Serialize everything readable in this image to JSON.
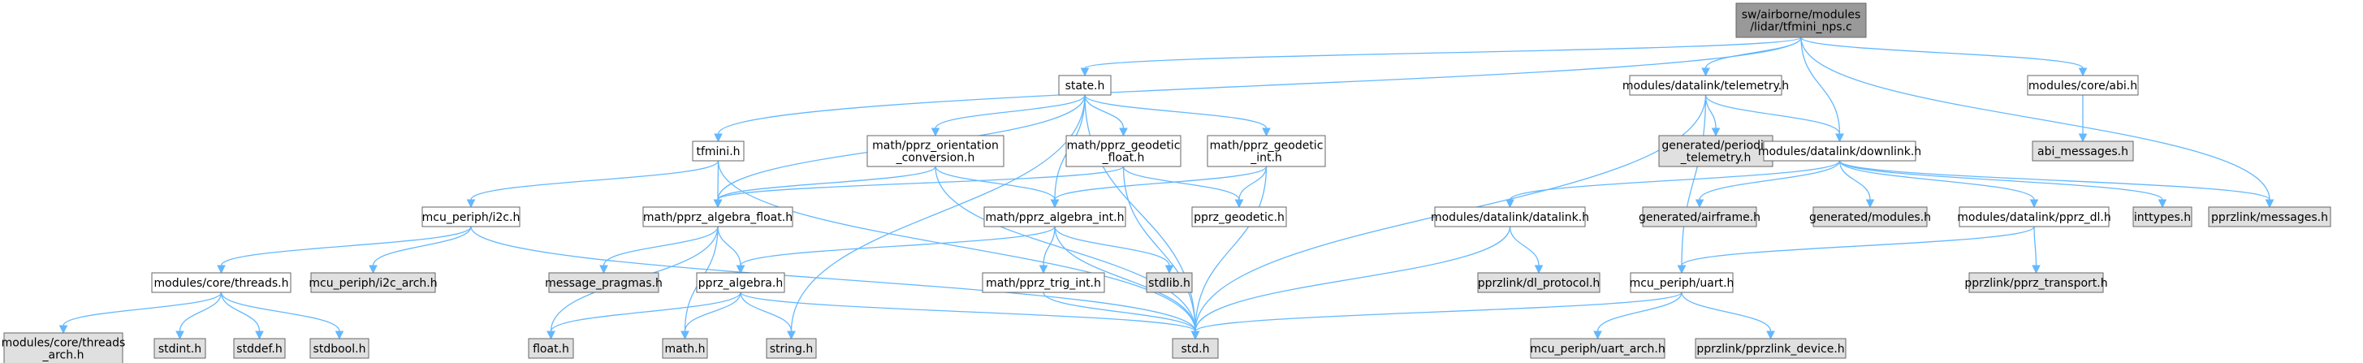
{
  "colors": {
    "root_fill": "#999999",
    "file_fill": "#ffffff",
    "system_fill": "#e0e0e0",
    "border": "#666666",
    "edge": "#63b8ff"
  },
  "nodes": [
    {
      "id": "root",
      "lines": [
        "sw/airborne/modules",
        "/lidar/tfmini_nps.c"
      ],
      "kind": "root"
    },
    {
      "id": "state_h",
      "lines": [
        "state.h"
      ],
      "kind": "file"
    },
    {
      "id": "telemetry_h",
      "lines": [
        "modules/datalink/telemetry.h"
      ],
      "kind": "file"
    },
    {
      "id": "abi_h",
      "lines": [
        "modules/core/abi.h"
      ],
      "kind": "file"
    },
    {
      "id": "tfmini_h",
      "lines": [
        "tfmini.h"
      ],
      "kind": "file"
    },
    {
      "id": "orient_h",
      "lines": [
        "math/pprz_orientation",
        "_conversion.h"
      ],
      "kind": "file"
    },
    {
      "id": "geod_float_h",
      "lines": [
        "math/pprz_geodetic",
        "_float.h"
      ],
      "kind": "file"
    },
    {
      "id": "geod_int_h",
      "lines": [
        "math/pprz_geodetic",
        "_int.h"
      ],
      "kind": "file"
    },
    {
      "id": "periodic_tel",
      "lines": [
        "generated/periodic",
        "_telemetry.h"
      ],
      "kind": "system"
    },
    {
      "id": "downlink_h",
      "lines": [
        "modules/datalink/downlink.h"
      ],
      "kind": "file"
    },
    {
      "id": "abi_messages",
      "lines": [
        "abi_messages.h"
      ],
      "kind": "system"
    },
    {
      "id": "i2c_h",
      "lines": [
        "mcu_periph/i2c.h"
      ],
      "kind": "file"
    },
    {
      "id": "alg_float_h",
      "lines": [
        "math/pprz_algebra_float.h"
      ],
      "kind": "file"
    },
    {
      "id": "alg_int_h",
      "lines": [
        "math/pprz_algebra_int.h"
      ],
      "kind": "file"
    },
    {
      "id": "geodetic_h",
      "lines": [
        "pprz_geodetic.h"
      ],
      "kind": "file"
    },
    {
      "id": "datalink_h",
      "lines": [
        "modules/datalink/datalink.h"
      ],
      "kind": "file"
    },
    {
      "id": "airframe_h",
      "lines": [
        "generated/airframe.h"
      ],
      "kind": "system"
    },
    {
      "id": "gen_modules_h",
      "lines": [
        "generated/modules.h"
      ],
      "kind": "system"
    },
    {
      "id": "pprz_dl_h",
      "lines": [
        "modules/datalink/pprz_dl.h"
      ],
      "kind": "file"
    },
    {
      "id": "inttypes_h",
      "lines": [
        "inttypes.h"
      ],
      "kind": "system"
    },
    {
      "id": "pprzlink_msgs",
      "lines": [
        "pprzlink/messages.h"
      ],
      "kind": "system"
    },
    {
      "id": "threads_h",
      "lines": [
        "modules/core/threads.h"
      ],
      "kind": "file"
    },
    {
      "id": "i2c_arch_h",
      "lines": [
        "mcu_periph/i2c_arch.h"
      ],
      "kind": "system"
    },
    {
      "id": "msg_pragmas",
      "lines": [
        "message_pragmas.h"
      ],
      "kind": "system"
    },
    {
      "id": "pprz_algebra_h",
      "lines": [
        "pprz_algebra.h"
      ],
      "kind": "file"
    },
    {
      "id": "trig_int_h",
      "lines": [
        "math/pprz_trig_int.h"
      ],
      "kind": "file"
    },
    {
      "id": "stdlib_h",
      "lines": [
        "stdlib.h"
      ],
      "kind": "system"
    },
    {
      "id": "dl_protocol_h",
      "lines": [
        "pprzlink/dl_protocol.h"
      ],
      "kind": "system"
    },
    {
      "id": "uart_h",
      "lines": [
        "mcu_periph/uart.h"
      ],
      "kind": "file"
    },
    {
      "id": "pprz_transport",
      "lines": [
        "pprzlink/pprz_transport.h"
      ],
      "kind": "system"
    },
    {
      "id": "threads_arch",
      "lines": [
        "modules/core/threads",
        "_arch.h"
      ],
      "kind": "system"
    },
    {
      "id": "stdint_h",
      "lines": [
        "stdint.h"
      ],
      "kind": "system"
    },
    {
      "id": "stddef_h",
      "lines": [
        "stddef.h"
      ],
      "kind": "system"
    },
    {
      "id": "stdbool_h",
      "lines": [
        "stdbool.h"
      ],
      "kind": "system"
    },
    {
      "id": "float_h",
      "lines": [
        "float.h"
      ],
      "kind": "system"
    },
    {
      "id": "math_h",
      "lines": [
        "math.h"
      ],
      "kind": "system"
    },
    {
      "id": "string_h",
      "lines": [
        "string.h"
      ],
      "kind": "system"
    },
    {
      "id": "std_h",
      "lines": [
        "std.h"
      ],
      "kind": "system"
    },
    {
      "id": "uart_arch_h",
      "lines": [
        "mcu_periph/uart_arch.h"
      ],
      "kind": "system"
    },
    {
      "id": "pprzlink_device",
      "lines": [
        "pprzlink/pprzlink_device.h"
      ],
      "kind": "system"
    }
  ],
  "edges": [
    [
      "root",
      "state_h"
    ],
    [
      "root",
      "telemetry_h"
    ],
    [
      "root",
      "abi_h"
    ],
    [
      "root",
      "tfmini_h"
    ],
    [
      "root",
      "downlink_h"
    ],
    [
      "root",
      "pprzlink_msgs"
    ],
    [
      "state_h",
      "orient_h"
    ],
    [
      "state_h",
      "geod_float_h"
    ],
    [
      "state_h",
      "geod_int_h"
    ],
    [
      "state_h",
      "alg_float_h"
    ],
    [
      "state_h",
      "alg_int_h"
    ],
    [
      "state_h",
      "std_h"
    ],
    [
      "state_h",
      "string_h"
    ],
    [
      "telemetry_h",
      "periodic_tel"
    ],
    [
      "telemetry_h",
      "downlink_h"
    ],
    [
      "telemetry_h",
      "std_h"
    ],
    [
      "telemetry_h",
      "uart_h"
    ],
    [
      "abi_h",
      "abi_messages"
    ],
    [
      "tfmini_h",
      "i2c_h"
    ],
    [
      "tfmini_h",
      "alg_float_h"
    ],
    [
      "tfmini_h",
      "std_h"
    ],
    [
      "orient_h",
      "alg_float_h"
    ],
    [
      "orient_h",
      "alg_int_h"
    ],
    [
      "orient_h",
      "std_h"
    ],
    [
      "geod_float_h",
      "alg_float_h"
    ],
    [
      "geod_float_h",
      "geodetic_h"
    ],
    [
      "geod_float_h",
      "std_h"
    ],
    [
      "geod_int_h",
      "geodetic_h"
    ],
    [
      "geod_int_h",
      "alg_int_h"
    ],
    [
      "geod_int_h",
      "std_h"
    ],
    [
      "downlink_h",
      "datalink_h"
    ],
    [
      "downlink_h",
      "airframe_h"
    ],
    [
      "downlink_h",
      "gen_modules_h"
    ],
    [
      "downlink_h",
      "pprz_dl_h"
    ],
    [
      "downlink_h",
      "inttypes_h"
    ],
    [
      "downlink_h",
      "pprzlink_msgs"
    ],
    [
      "i2c_h",
      "threads_h"
    ],
    [
      "i2c_h",
      "i2c_arch_h"
    ],
    [
      "i2c_h",
      "std_h"
    ],
    [
      "alg_float_h",
      "msg_pragmas"
    ],
    [
      "alg_float_h",
      "pprz_algebra_h"
    ],
    [
      "alg_float_h",
      "float_h"
    ],
    [
      "alg_float_h",
      "math_h"
    ],
    [
      "alg_int_h",
      "pprz_algebra_h"
    ],
    [
      "alg_int_h",
      "trig_int_h"
    ],
    [
      "alg_int_h",
      "stdlib_h"
    ],
    [
      "alg_int_h",
      "std_h"
    ],
    [
      "datalink_h",
      "dl_protocol_h"
    ],
    [
      "datalink_h",
      "std_h"
    ],
    [
      "pprz_dl_h",
      "uart_h"
    ],
    [
      "pprz_dl_h",
      "pprz_transport"
    ],
    [
      "threads_h",
      "threads_arch"
    ],
    [
      "threads_h",
      "stdint_h"
    ],
    [
      "threads_h",
      "stddef_h"
    ],
    [
      "threads_h",
      "stdbool_h"
    ],
    [
      "pprz_algebra_h",
      "float_h"
    ],
    [
      "pprz_algebra_h",
      "math_h"
    ],
    [
      "pprz_algebra_h",
      "string_h"
    ],
    [
      "pprz_algebra_h",
      "std_h"
    ],
    [
      "trig_int_h",
      "std_h"
    ],
    [
      "uart_h",
      "std_h"
    ],
    [
      "uart_h",
      "uart_arch_h"
    ],
    [
      "uart_h",
      "pprzlink_device"
    ]
  ]
}
